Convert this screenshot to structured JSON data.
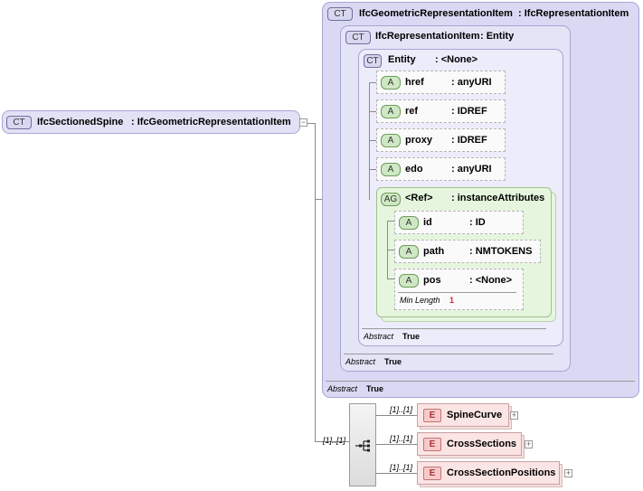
{
  "root": {
    "badge": "CT",
    "name": "IfcSectionedSpine",
    "type": ": IfcGeometricRepresentationItem"
  },
  "ct1": {
    "badge": "CT",
    "name": "IfcGeometricRepresentationItem",
    "type": ": IfcRepresentationItem",
    "abstract_label": "Abstract",
    "abstract_value": "True"
  },
  "ct2": {
    "badge": "CT",
    "name": "IfcRepresentationItem",
    "type": ": Entity",
    "abstract_label": "Abstract",
    "abstract_value": "True"
  },
  "ct3": {
    "badge": "CT",
    "name": "Entity",
    "type": ": <None>",
    "abstract_label": "Abstract",
    "abstract_value": "True"
  },
  "attributes": [
    {
      "badge": "A",
      "name": "href",
      "type": ": anyURI"
    },
    {
      "badge": "A",
      "name": "ref",
      "type": ": IDREF"
    },
    {
      "badge": "A",
      "name": "proxy",
      "type": ": IDREF"
    },
    {
      "badge": "A",
      "name": "edo",
      "type": ": anyURI"
    }
  ],
  "attr_group": {
    "badge": "AG",
    "name": "<Ref>",
    "type": ": instanceAttributes",
    "attributes": [
      {
        "badge": "A",
        "name": "id",
        "type": ": ID"
      },
      {
        "badge": "A",
        "name": "path",
        "type": ": NMTOKENS"
      },
      {
        "badge": "A",
        "name": "pos",
        "type": ": <None>",
        "facet_label": "Min Length",
        "facet_value": "1"
      }
    ]
  },
  "sequence": {
    "cardinality": "[1]..[1]",
    "elements": [
      {
        "badge": "E",
        "name": "SpineCurve",
        "cardinality": "[1]..[1]"
      },
      {
        "badge": "E",
        "name": "CrossSections",
        "cardinality": "[1]..[1]"
      },
      {
        "badge": "E",
        "name": "CrossSectionPositions",
        "cardinality": "[1]..[1]"
      }
    ]
  },
  "colors": {
    "complex_type": "#d9d9f3",
    "attribute_group": "#e6f6de",
    "element": "#fbe4e4"
  }
}
